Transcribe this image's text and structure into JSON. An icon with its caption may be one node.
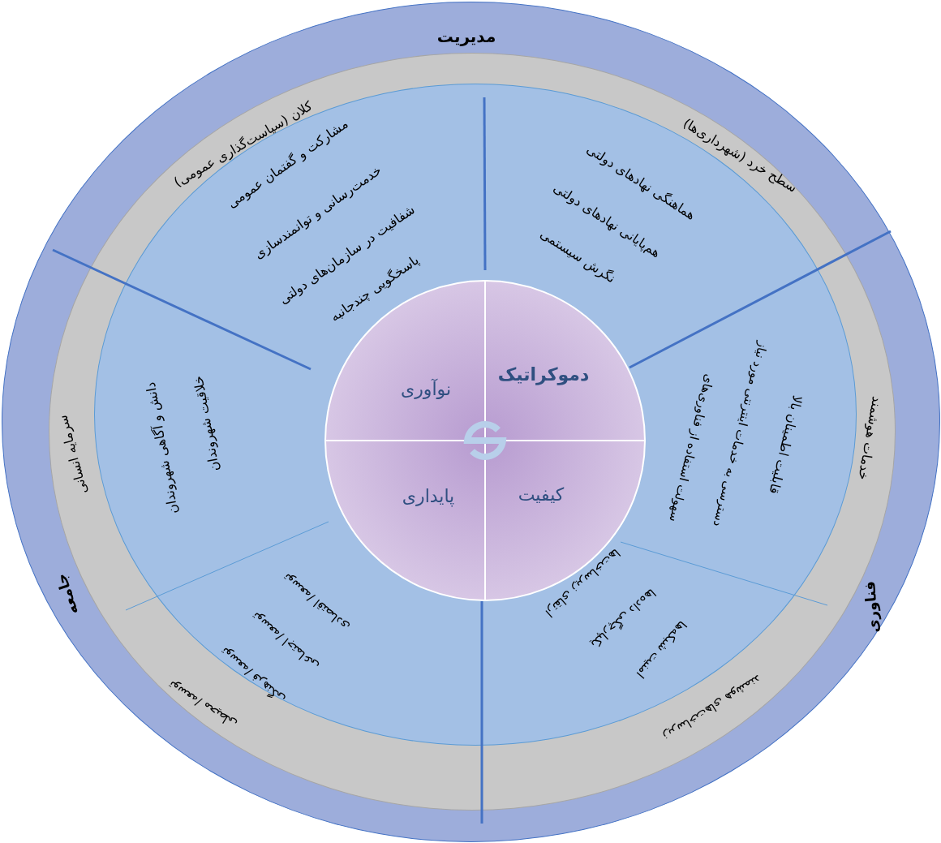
{
  "diagram": {
    "nodes": [
      {
        "text": [
          "نوآوری"
        ]
      },
      {
        "text": [
          "دموکراتیک"
        ]
      },
      {
        "text": [
          "پایداری"
        ]
      },
      {
        "text": [
          "کیفیت"
        ]
      }
    ],
    "labels": [
      "مدیریت",
      "کلان (سیاست‌گذاری عمومی)",
      "سطح خرد (شهرداری‌ها)",
      "مشارکت و گفتمان عمومی",
      "خدمت‌رسانی و توانمندسازی",
      "شفافیت در سازمان‌های دولتی",
      "پاسخگویی چندجانبه",
      "هماهنگی نهادهای دولتی",
      "هم‌پایانی نهادهای دولتی",
      "نگرش سیستمی",
      "سرمایه انسانی",
      "دانش و آگاهی شهروندان",
      "خلاقیت شهروندان",
      "قابلیت اطمینان بالا",
      "دسترسی به خدمات اینترنتی مورد نیاز",
      "سهولت استفاده از فناوری‌های",
      "خدمات هوشمند",
      "جامعه",
      "فناوری",
      "توسعه/ اقتصادی",
      "توسعه/ اجتماعی",
      "توسعه/ فرهنگی",
      "توسعه/ محیطی",
      "ارتقای زیرساخت‌ها",
      "یکپارچگی داده‌ها",
      "امنیت شبکه‌ها",
      "زیرساخت‌های هوشمند"
    ]
  }
}
